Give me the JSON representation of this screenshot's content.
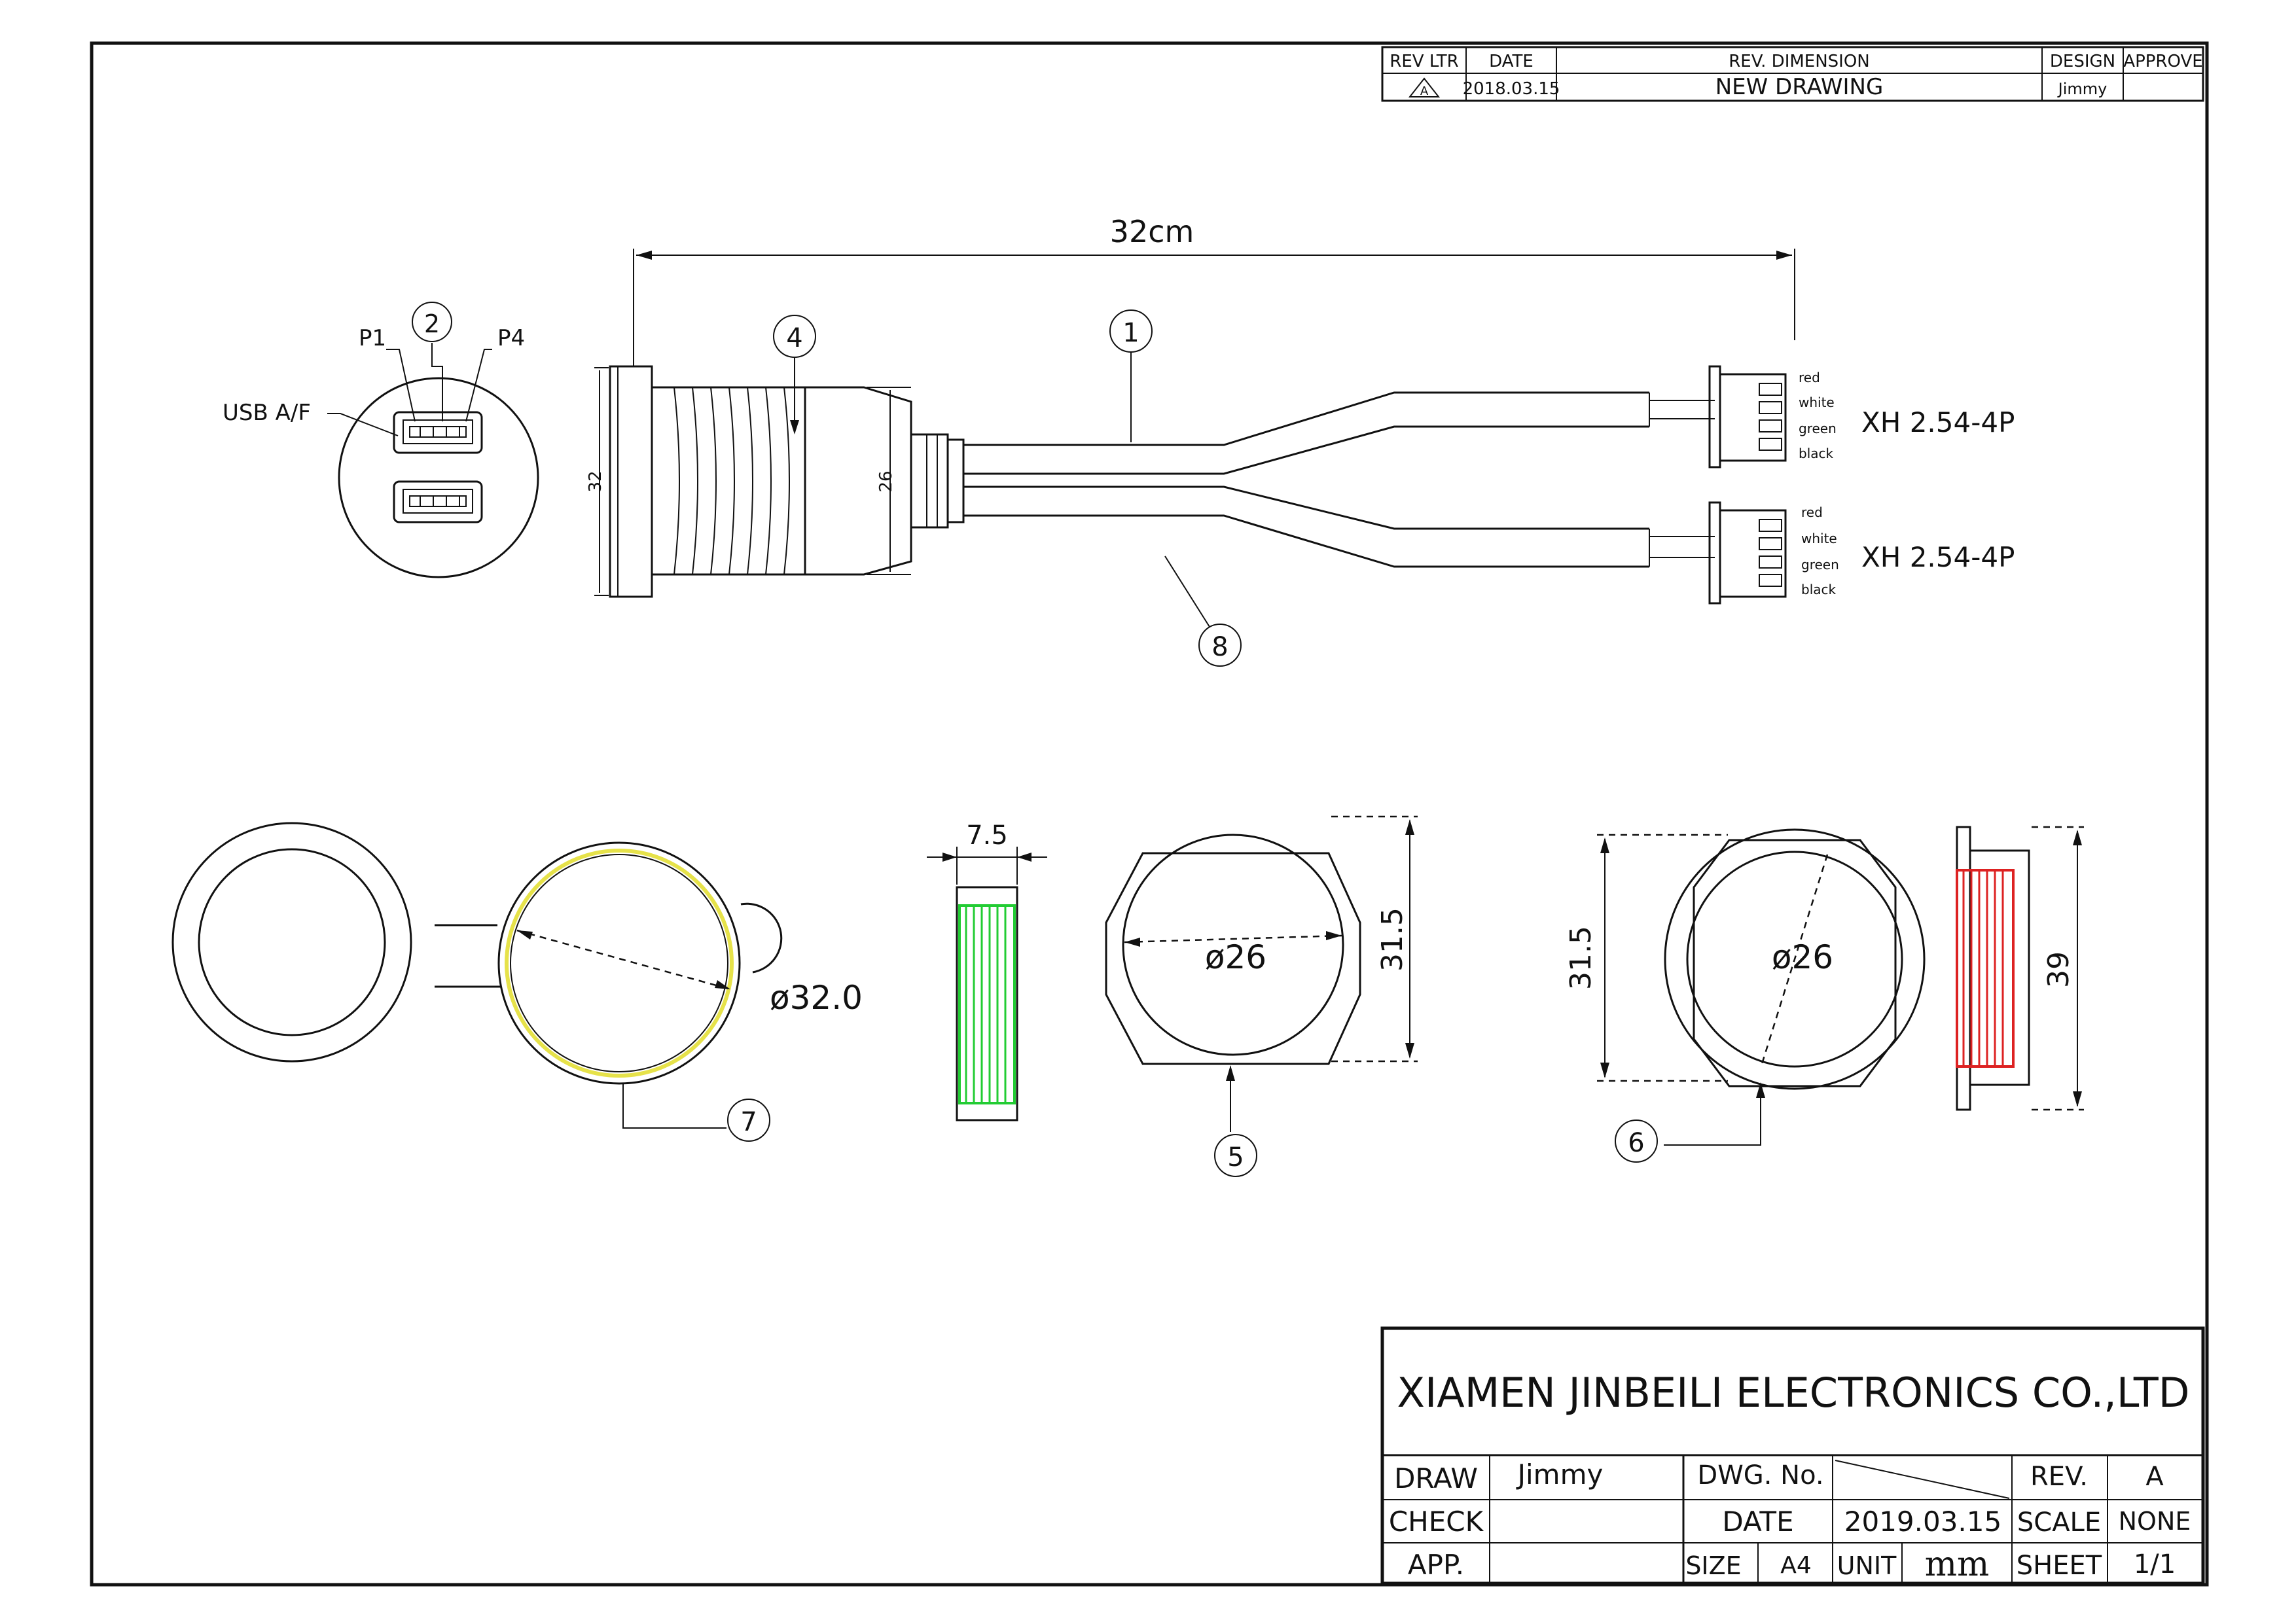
{
  "revision_block": {
    "headers": [
      "REV LTR",
      "DATE",
      "REV. DIMENSION",
      "DESIGN",
      "APPROVE"
    ],
    "row": {
      "rev_ltr": "A",
      "date": "2018.03.15",
      "rev_dimension": "NEW DRAWING",
      "design": "Jimmy",
      "approve": ""
    }
  },
  "assembly_view": {
    "overall_length": "32cm",
    "panel_height": "32",
    "nut_height": "26",
    "usb_labels": {
      "p1": "P1",
      "p4": "P4",
      "usb": "USB A/F"
    },
    "connectors": [
      {
        "label": "XH 2.54-4P",
        "wires": [
          "red",
          "white",
          "green",
          "black"
        ]
      },
      {
        "label": "XH 2.54-4P",
        "wires": [
          "red",
          "white",
          "green",
          "black"
        ]
      }
    ],
    "balloons": [
      "2",
      "4",
      "1",
      "8"
    ]
  },
  "detail_views": {
    "cap": {
      "diameter": "ø32.0",
      "balloon": "7"
    },
    "thread_side": {
      "width": "7.5"
    },
    "hex_nut": {
      "diameter": "ø26",
      "across_flats": "31.5",
      "balloon": "5"
    },
    "panel_nut": {
      "diameter": "ø26",
      "across_flats": "31.5",
      "balloon": "6"
    },
    "socket_side": {
      "height": "39"
    }
  },
  "title_block": {
    "company": "XIAMEN JINBEILI ELECTRONICS CO.,LTD",
    "draw_label": "DRAW",
    "draw_value": "Jimmy",
    "check_label": "CHECK",
    "check_value": "",
    "app_label": "APP.",
    "app_value": "",
    "dwg_label": "DWG. No.",
    "dwg_value": "",
    "date_label": "DATE",
    "date_value": "2019.03.15",
    "size_label": "SIZE",
    "size_value": "A4",
    "unit_label": "UNIT",
    "unit_value": "mm",
    "rev_label": "REV.",
    "rev_value": "A",
    "scale_label": "SCALE",
    "scale_value": "NONE",
    "sheet_label": "SHEET",
    "sheet_value": "1/1"
  },
  "colors": {
    "line": "#111111",
    "thread_green": "#22cc33",
    "thread_red": "#dd2222",
    "cap_yellow": "#e6e24a"
  }
}
